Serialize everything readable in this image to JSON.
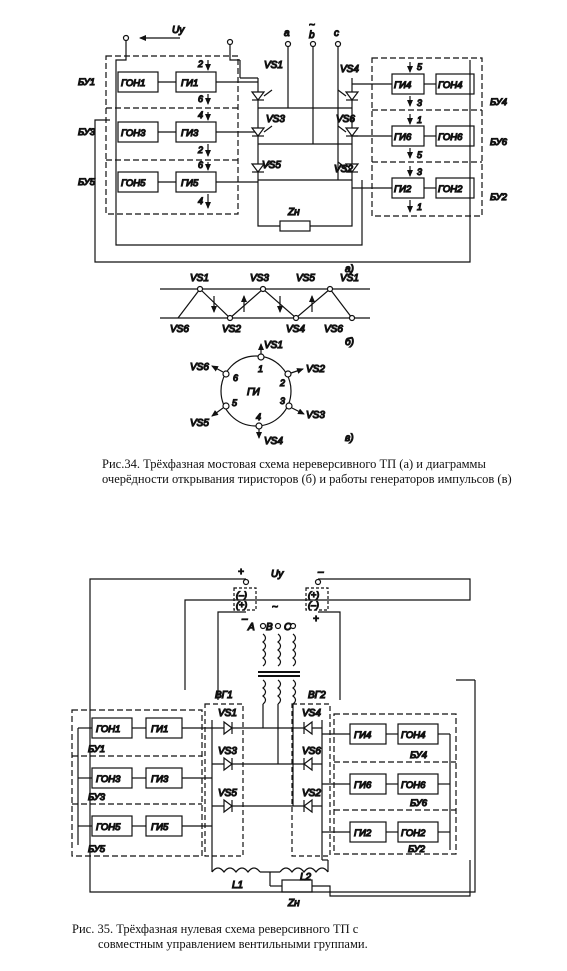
{
  "fig34": {
    "uy": "Uу",
    "phases": [
      "a",
      "~",
      "b",
      "c"
    ],
    "units_left": [
      {
        "bu": "БУ1",
        "gon": "ГОН1",
        "gi": "ГИ1",
        "top": "2",
        "bot": "6"
      },
      {
        "bu": "БУ3",
        "gon": "ГОН3",
        "gi": "ГИ3",
        "top": "4",
        "bot": "2"
      },
      {
        "bu": "БУ5",
        "gon": "ГОН5",
        "gi": "ГИ5",
        "top": "6",
        "bot": "4"
      }
    ],
    "units_right": [
      {
        "bu": "БУ4",
        "gon": "ГОН4",
        "gi": "ГИ4",
        "top": "5",
        "bot": "3"
      },
      {
        "bu": "БУ6",
        "gon": "ГОН6",
        "gi": "ГИ6",
        "top": "1",
        "bot": "5"
      },
      {
        "bu": "БУ2",
        "gon": "ГОН2",
        "gi": "ГИ2",
        "top": "3",
        "bot": "1"
      }
    ],
    "thyristors": [
      "VS1",
      "VS3",
      "VS5",
      "VS4",
      "VS6",
      "VS2"
    ],
    "load": "Zн",
    "label_a": "a)",
    "seq_top": [
      "VS1",
      "VS3",
      "VS5",
      "VS1"
    ],
    "seq_bottom": [
      "VS6",
      "VS2",
      "VS4",
      "VS6"
    ],
    "label_b": "б)",
    "ring_center": "ГИ",
    "ring_numbers": [
      "1",
      "2",
      "3",
      "4",
      "5",
      "6"
    ],
    "ring_vs": [
      "VS1",
      "VS2",
      "VS3",
      "VS4",
      "VS5",
      "VS6"
    ],
    "label_v": "в)",
    "caption": "Рис.34. Трёхфазная мостовая схема нереверсивного ТП (а) и диаграммы очерёдности открывания тиристоров (б) и работы генераторов импульсов (в)"
  },
  "fig35": {
    "plus": "+",
    "minus": "–",
    "uy": "Uу",
    "pol_left": [
      "(–)",
      "(+)"
    ],
    "pol_right": [
      "(+)",
      "(–)"
    ],
    "pol_under": [
      "–",
      "+"
    ],
    "tilde": "~",
    "phases": [
      "A",
      "B",
      "C"
    ],
    "vg": [
      "ВГ1",
      "ВГ2"
    ],
    "units_left": [
      {
        "bu": "БУ1",
        "gon": "ГОН1",
        "gi": "ГИ1"
      },
      {
        "bu": "БУ3",
        "gon": "ГОН3",
        "gi": "ГИ3"
      },
      {
        "bu": "БУ5",
        "gon": "ГОН5",
        "gi": "ГИ5"
      }
    ],
    "units_right": [
      {
        "bu": "БУ4",
        "gon": "ГОН4",
        "gi": "ГИ4"
      },
      {
        "bu": "БУ6",
        "gon": "ГОН6",
        "gi": "ГИ6"
      },
      {
        "bu": "БУ2",
        "gon": "ГОН2",
        "gi": "ГИ2"
      }
    ],
    "thyristors_left": [
      "VS1",
      "VS3",
      "VS5"
    ],
    "thyristors_right": [
      "VS4",
      "VS6",
      "VS2"
    ],
    "chokes": [
      "L1",
      "L2"
    ],
    "load": "Zн",
    "caption_line1": "Рис. 35. Трёхфазная нулевая схема реверсивного ТП с",
    "caption_line2": "совместным управлением вентильными группами."
  }
}
